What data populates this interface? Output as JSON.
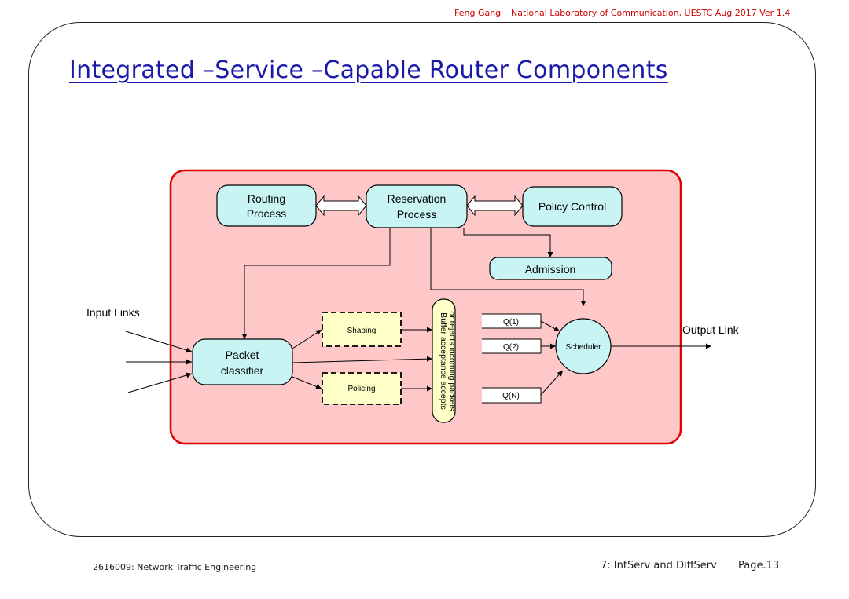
{
  "header": {
    "author": "Feng Gang",
    "institution": "National Laboratory of Communication, UESTC  Aug 2017 Ver 1.4"
  },
  "title": "Integrated –Service –Capable Router Components",
  "diagram": {
    "routing_process": [
      "Routing",
      "Process"
    ],
    "reservation_process": [
      "Reservation",
      "Process"
    ],
    "policy_control": "Policy Control",
    "admission": "Admission",
    "input_links": "Input Links",
    "packet_classifier": [
      "Packet",
      "classifier"
    ],
    "shaping": "Shaping",
    "policing": "Policing",
    "buffer": [
      "Buffer acceptance accepts",
      "or rejects incoming packets"
    ],
    "queues": [
      "Q(1)",
      "Q(2)",
      "Q(N)"
    ],
    "scheduler": "Scheduler",
    "output_link": "Output Link"
  },
  "footer": {
    "course": "2616009: Network Traffic Engineering",
    "chapter": "7: IntServ and DiffServ",
    "page": "Page.13"
  },
  "colors": {
    "title": "#1a1aa8",
    "header": "#cc0000",
    "panel_fill": "#ffc8c8",
    "panel_border": "#dd0000",
    "process_fill": "#c8f4f4",
    "shaping_fill": "#ffffc8"
  }
}
